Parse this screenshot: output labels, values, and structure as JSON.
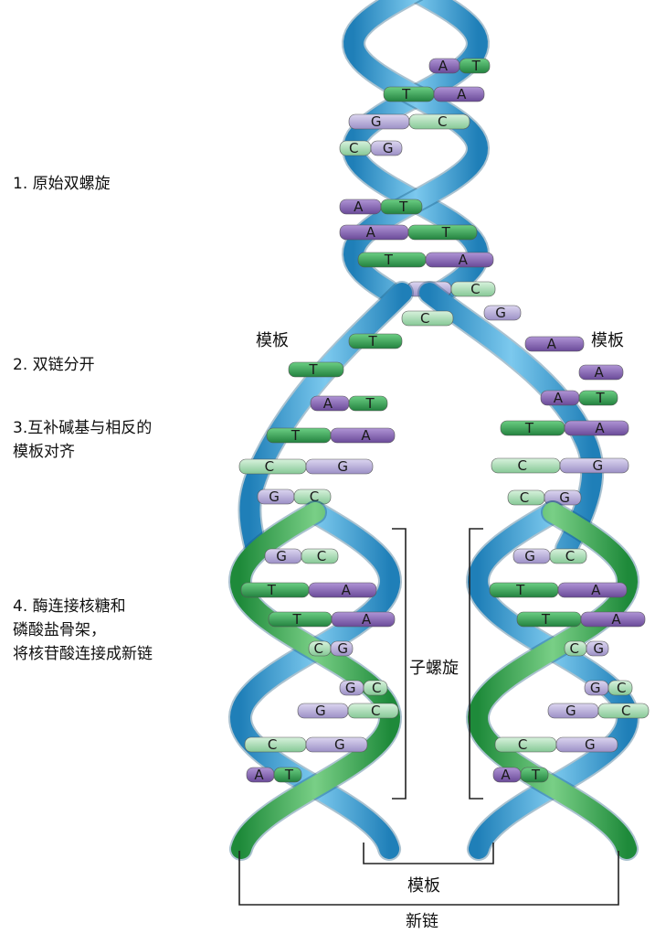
{
  "steps": [
    {
      "text": "1. 原始双螺旋"
    },
    {
      "text": "2. 双链分开"
    },
    {
      "text": "3.互补碱基与相反的\n模板对齐"
    },
    {
      "text": "4. 酶连接核糖和\n磷酸盐骨架，\n将核苷酸连接成新链"
    }
  ],
  "labels": {
    "template_left": "模板",
    "template_right": "模板",
    "daughter_helix": "子螺旋",
    "template_bottom": "模板",
    "new_strand": "新链"
  },
  "bases": {
    "top": [
      [
        "A",
        "T"
      ],
      [
        "T",
        "A"
      ],
      [
        "G",
        "C"
      ],
      [
        "C",
        "G"
      ],
      [
        "A",
        "T"
      ],
      [
        "A",
        "T"
      ],
      [
        "T",
        "A"
      ],
      [
        "G",
        "C"
      ]
    ],
    "free": [
      "C",
      "G",
      "T",
      "T",
      "A",
      "A"
    ],
    "left_align": [
      [
        "A",
        "T"
      ],
      [
        "T",
        "A"
      ],
      [
        "C",
        "G"
      ],
      [
        "G",
        "C"
      ]
    ],
    "right_align": [
      [
        "A",
        "T"
      ],
      [
        "T",
        "A"
      ],
      [
        "C",
        "G"
      ],
      [
        "C",
        "G"
      ]
    ],
    "left_daughter": [
      [
        "G",
        "C"
      ],
      [
        "T",
        "A"
      ],
      [
        "T",
        "A"
      ],
      [
        "C",
        "G"
      ],
      [
        "G",
        "C"
      ],
      [
        "G",
        "C"
      ],
      [
        "C",
        "G"
      ],
      [
        "A",
        "T"
      ]
    ],
    "right_daughter": [
      [
        "G",
        "C"
      ],
      [
        "T",
        "A"
      ],
      [
        "T",
        "A"
      ],
      [
        "C",
        "G"
      ],
      [
        "G",
        "C"
      ],
      [
        "G",
        "C"
      ],
      [
        "C",
        "G"
      ],
      [
        "A",
        "T"
      ]
    ]
  },
  "colors": {
    "backbone_blue": "#3a9fd3",
    "new_strand_green": "#3aa84a",
    "base_A": "#8e68b8",
    "base_T": "#3aa655",
    "base_G": "#b7aed8",
    "base_C": "#a9dcb4"
  }
}
